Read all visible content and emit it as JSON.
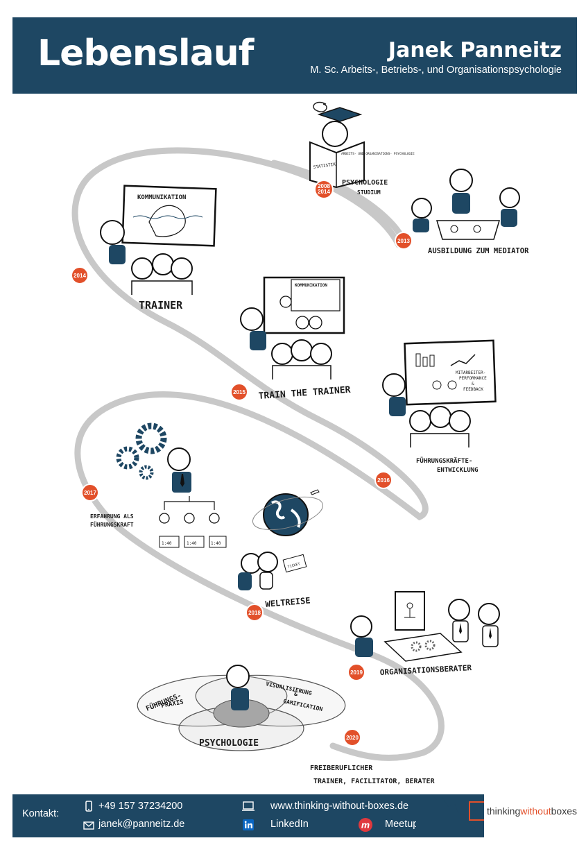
{
  "header": {
    "title": "Lebenslauf",
    "name": "Janek Panneitz",
    "degree": "M. Sc. Arbeits-, Betriebs-, und Organisationspsychologie"
  },
  "colors": {
    "navy": "#1e4763",
    "accent": "#e2502a",
    "path": "#c8c8c8"
  },
  "timeline": [
    {
      "year_line1": "2008",
      "year_line2": "2014",
      "caption_line1": "PSYCHOLOGIE",
      "caption_line2": "STUDIUM",
      "book_left": "STATISTIK",
      "book_right": "ARBEITS- UND ORGANISATIONS- PSYCHOLOGIE"
    },
    {
      "year_line1": "2013",
      "caption_line1": "AUSBILDUNG ZUM MEDIATOR"
    },
    {
      "year_line1": "2014",
      "caption_line1": "TRAINER",
      "board": "KOMMUNIKATION"
    },
    {
      "year_line1": "2015",
      "caption_line1": "TRAIN THE TRAINER",
      "board": "KOMMUNIKATION"
    },
    {
      "year_line1": "2016",
      "caption_line1": "FÜHRUNGSKRÄFTE-",
      "caption_line2": "ENTWICKLUNG",
      "board_line1": "MITARBEITER-",
      "board_line2": "PERFORMANCE",
      "board_line3": "&",
      "board_line4": "FEEDBACK"
    },
    {
      "year_line1": "2017",
      "caption_line1": "ERFAHRUNG ALS",
      "caption_line2": "FÜHRUNGSKRAFT",
      "org1": "1:40",
      "org2": "1:40",
      "org3": "1:40"
    },
    {
      "year_line1": "2018",
      "caption_line1": "WELTREISE",
      "ticket": "TICKET"
    },
    {
      "year_line1": "2019",
      "caption_line1": "ORGANISATIONSBERATER"
    },
    {
      "year_line1": "2020",
      "caption_line1": "FREIBERUFLICHER",
      "caption_line2": "TRAINER, FACILITATOR, BERATER"
    }
  ],
  "venn": {
    "left": "FÜHRUNGS-",
    "left2": "PRAXIS",
    "right": "VISUALISIERUNG",
    "right_amp": "&",
    "right2": "GAMIFICATION",
    "bottom": "PSYCHOLOGIE"
  },
  "footer": {
    "contact_label": "Kontakt:",
    "phone": "+49 157 37234200",
    "email": "janek@panneitz.de",
    "website": "www.thinking-without-boxes.de",
    "linkedin": "LinkedIn",
    "meetup": "Meetup",
    "brand_part1": "thinking",
    "brand_part2": "without",
    "brand_part3": "boxes"
  }
}
